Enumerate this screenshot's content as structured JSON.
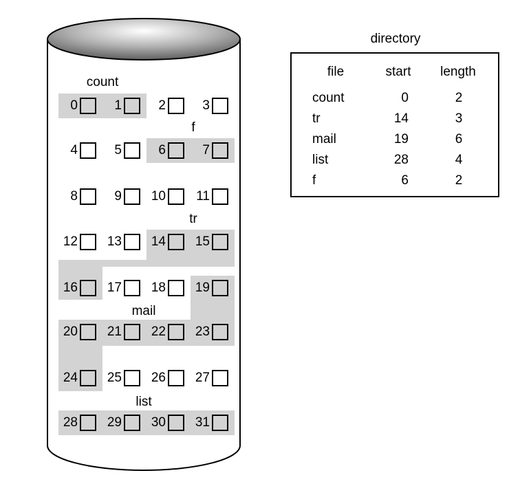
{
  "disk": {
    "blocks": [
      "0",
      "1",
      "2",
      "3",
      "4",
      "5",
      "6",
      "7",
      "8",
      "9",
      "10",
      "11",
      "12",
      "13",
      "14",
      "15",
      "16",
      "17",
      "18",
      "19",
      "20",
      "21",
      "22",
      "23",
      "24",
      "25",
      "26",
      "27",
      "28",
      "29",
      "30",
      "31"
    ],
    "file_labels": {
      "count": "count",
      "f": "f",
      "tr": "tr",
      "mail": "mail",
      "list": "list"
    }
  },
  "directory": {
    "title": "directory",
    "headers": [
      "file",
      "start",
      "length"
    ],
    "rows": [
      [
        "count",
        "0",
        "2"
      ],
      [
        "tr",
        "14",
        "3"
      ],
      [
        "mail",
        "19",
        "6"
      ],
      [
        "list",
        "28",
        "4"
      ],
      [
        "f",
        "6",
        "2"
      ]
    ]
  },
  "allocated_blocks": [
    0,
    1,
    6,
    7,
    14,
    15,
    16,
    19,
    20,
    21,
    22,
    23,
    24,
    28,
    29,
    30,
    31
  ],
  "colors": {
    "shade": "#d3d3d3",
    "ink": "#000000"
  }
}
